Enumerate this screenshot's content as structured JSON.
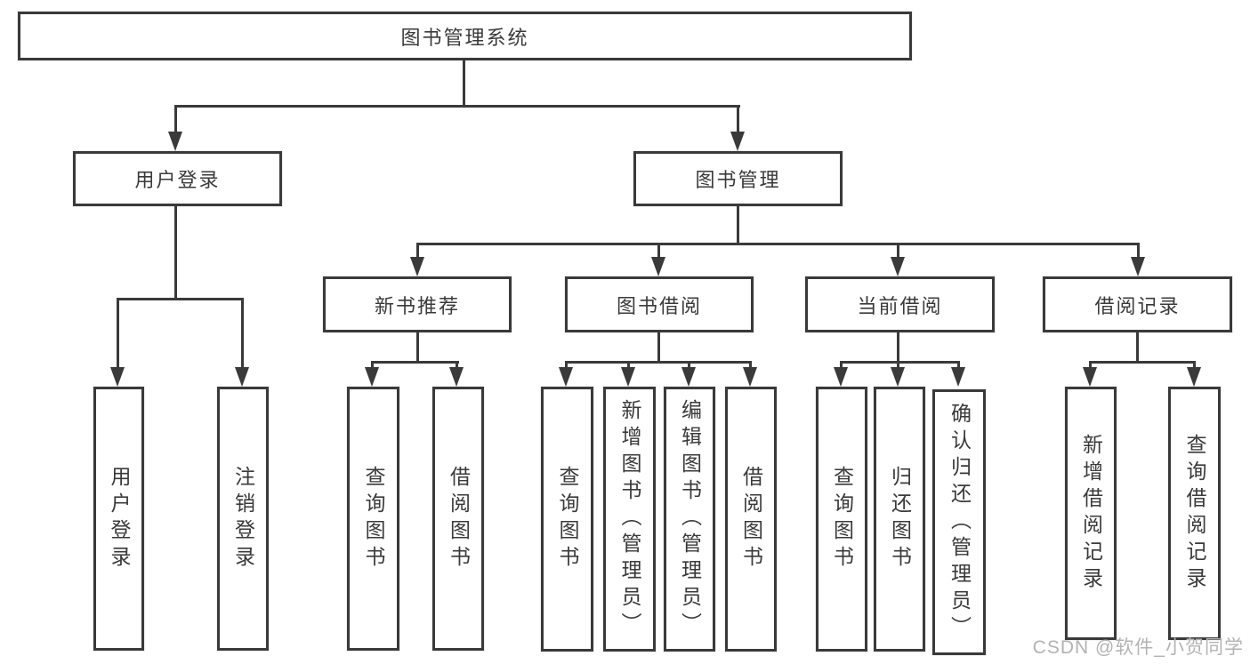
{
  "root_label": "图书管理系统",
  "branches": {
    "user_login": "用户登录",
    "book_mgmt": "图书管理"
  },
  "modules": [
    "新书推荐",
    "图书借阅",
    "当前借阅",
    "借阅记录"
  ],
  "leaves": {
    "user": [
      "用户登录",
      "注销登录"
    ],
    "recommend": [
      "查询图书",
      "借阅图书"
    ],
    "borrow": [
      "查询图书",
      "新增图书（管理员）",
      "编辑图书（管理员）",
      "借阅图书"
    ],
    "current": [
      "查询图书",
      "归还图书",
      "确认归还（管理员）"
    ],
    "records": [
      "新增借阅记录",
      "查询借阅记录"
    ]
  },
  "watermark": "CSDN @软件_小贺同学",
  "colors": {
    "line": "#3a3a3a",
    "text": "#3a3a3a",
    "watermark": "#b3b3b3"
  }
}
